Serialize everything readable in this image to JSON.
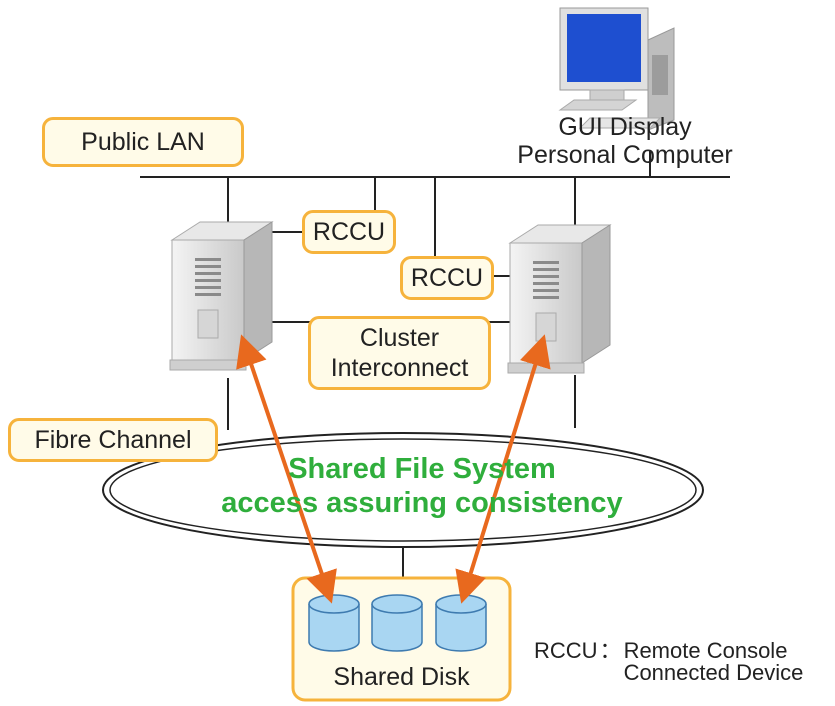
{
  "labels": {
    "public_lan": "Public LAN",
    "gui_display_line1": "GUI Display",
    "gui_display_line2": "Personal Computer",
    "rccu_left": "RCCU",
    "rccu_right": "RCCU",
    "cluster_line1": "Cluster",
    "cluster_line2": "Interconnect",
    "fibre_channel": "Fibre Channel",
    "shared_fs_line1": "Shared File System",
    "shared_fs_line2": "access assuring consistency",
    "shared_disk": "Shared Disk"
  },
  "legend": {
    "term": "RCCU",
    "separator": "：",
    "definition_line1": "Remote Console",
    "definition_line2": "Connected Device"
  },
  "colors": {
    "label_border": "#f6b33c",
    "label_fill": "#fffbe8",
    "arrow": "#e8691e",
    "highlight_text": "#2fae3c",
    "disk": "#a9d6f2",
    "line": "#222222"
  }
}
